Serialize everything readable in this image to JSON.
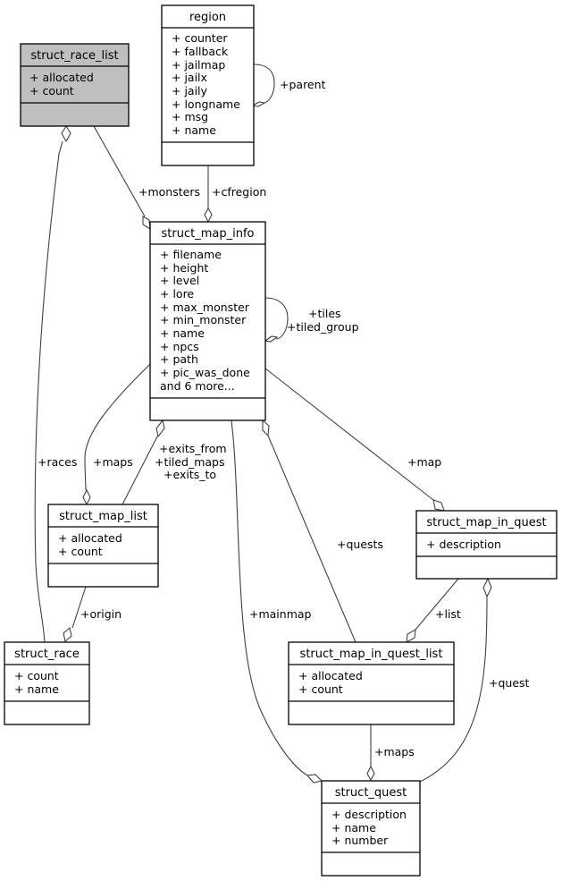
{
  "classes": {
    "struct_race_list": {
      "name": "struct_race_list",
      "members": [
        "+ allocated",
        "+ count"
      ],
      "highlighted": true
    },
    "region": {
      "name": "region",
      "members": [
        "+ counter",
        "+ fallback",
        "+ jailmap",
        "+ jailx",
        "+ jaily",
        "+ longname",
        "+ msg",
        "+ name"
      ]
    },
    "struct_map_info": {
      "name": "struct_map_info",
      "members": [
        "+ filename",
        "+ height",
        "+ level",
        "+ lore",
        "+ max_monster",
        "+ min_monster",
        "+ name",
        "+ npcs",
        "+ path",
        "+ pic_was_done",
        "and 6 more..."
      ]
    },
    "struct_map_list": {
      "name": "struct_map_list",
      "members": [
        "+ allocated",
        "+ count"
      ]
    },
    "struct_map_in_quest": {
      "name": "struct_map_in_quest",
      "members": [
        "+ description"
      ]
    },
    "struct_race": {
      "name": "struct_race",
      "members": [
        "+ count",
        "+ name"
      ]
    },
    "struct_map_in_quest_list": {
      "name": "struct_map_in_quest_list",
      "members": [
        "+ allocated",
        "+ count"
      ]
    },
    "struct_quest": {
      "name": "struct_quest",
      "members": [
        "+ description",
        "+ name",
        "+ number"
      ]
    }
  },
  "edge_labels": {
    "parent": "+parent",
    "monsters": "+monsters",
    "cfregion": "+cfregion",
    "tiles": "+tiles",
    "tiled_group": "+tiled_group",
    "races": "+races",
    "maps_list": "+maps",
    "exits_from": "+exits_from",
    "tiled_maps": "+tiled_maps",
    "exits_to": "+exits_to",
    "map": "+map",
    "quests": "+quests",
    "origin": "+origin",
    "mainmap": "+mainmap",
    "list": "+list",
    "quest": "+quest",
    "maps_quest": "+maps"
  },
  "colors": {
    "highlight_fill": "#bfbfbf",
    "edge": "#404040"
  }
}
